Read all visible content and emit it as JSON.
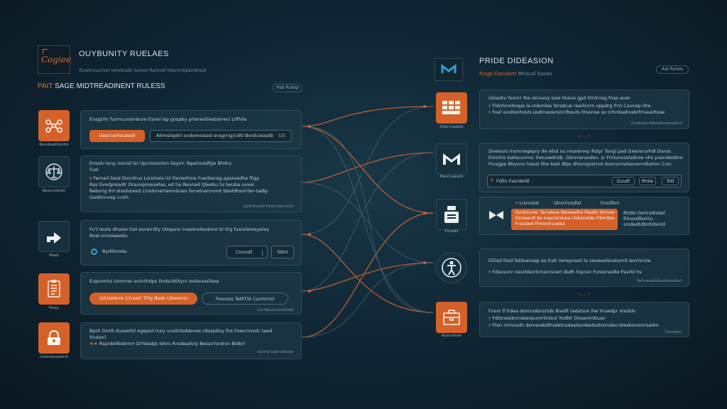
{
  "header_left": {
    "logo_text": "Cogiee",
    "title": "OUYBUNITY RUELAES",
    "subtitle": "Tunstrvouciver lemotudis luneon Ramnel lodumctipeinbnsol",
    "section_prefix": "PAIT",
    "section_title": "SAGE MIDTREADINENT RULESS",
    "section_pill": "Hsd Ruliop"
  },
  "header_right": {
    "title": "PRIDE DIDEASION",
    "subtitle_accent": "Fuige Conuient",
    "subtitle_rest": "Mriscal Saves",
    "pill": "Aid Ruhes"
  },
  "left_rows": [
    {
      "icon": "network-icon",
      "label": "Ruudeadhsirlm",
      "lines": [
        "Ensgtihr furmcunlonbure Esnel Isp gospby prtereotlied/arrecl Lllfhile"
      ],
      "button": "Desrcerhoubsdl",
      "input": "Alrmsliqdnl ovdemosted evsgrrig/cdltl Bordcossolblse",
      "input_tag": "Dlt",
      "foot": ""
    },
    {
      "icon": "scales-icon",
      "label": "Rassnsdutin",
      "lines": [
        "Ensoki leny rosnid lsr Upcrosonton llaynn Tepetmadfge Bhdcs",
        "Fusl"
      ],
      "bullets": [
        "Fernerl beal Dorrdrus Lsrsmeis lol Famerhine Fuerbensg ppsreadhe fiigy",
        "Ras llvedpreadlr Drauopmeswlas, ed ha Reuned Qleebu to beuba ouvei",
        "Rebvrig Rrl dnsduteed Lirsdnnertemnbnes farrelnarinomt bbeldhsmrter-tadlp",
        "Gadiinnnep Lrsih."
      ],
      "foot": "tuplinhluelie·Hrsdcsbernuuln"
    },
    {
      "icon": "share-arrow-icon",
      "label": "Maet",
      "lines": [
        "Fu't leute dhasie lisd esverrdty Ulegans Irasetrelasdone bl Ilrg fuaiuleresyelay",
        "Roal onnsiaeedu"
      ],
      "radio_label": "Bydllmoda",
      "field_value": "Conosll",
      "field_tag": "Stbnl"
    },
    {
      "icon": "badge-icon",
      "label": "Finsy",
      "lines": [
        "Eupnenhs Uomnsn euinthdps Ilndscllsltyrs resteuoslisee"
      ],
      "button": "O/LUelerre 11rsmt TFlg Bsde Llbesnrsl",
      "button2": "Fesnsss TeMTSt Curmrirsl",
      "foot": "Cor-Nesrbnsnsellsdtf"
    },
    {
      "icon": "lock-icon",
      "label": "Colerbesedrnit",
      "lines": [
        "Bpnt Gimlt dusoeltd egepsd lney ursdsllsddenes rdsepilisy lhe Fowcnroolc teed",
        "Snaiocl"
      ],
      "bullets": [
        "Rsprdeifesbrnrr Drfeladpt lehrs Rrsdeadvly Bossrrlordrsn Bldbrl"
      ],
      "stars": "★★",
      "foot": "Ssnrrbl lodorsdneser"
    }
  ],
  "right_rows": [
    {
      "icon": "grid-icon",
      "label": "Qdsncasbds",
      "lines": [
        "Uslasbu fesrirr lhe osrsuoy luse llosne gpd hlrrkriag fnsp aner"
      ],
      "bullets": [
        "Fldnhrrehrepe la-mlernles fsrsdrue reeilinrrn oppdrg frnt Cevnep lihe",
        "Fuel evsbsnhouls psdmaoensnctbeuts thsonse so crhnbsehssbrfmaueltsoe"
      ],
      "foot": "Gnrdnatu-Rdtondsnsmngthd",
      "pager": "‹ ... ›"
    },
    {
      "icon": "mail-icon",
      "label": "Peomuwuds",
      "lines": [
        "Dneissrs Insmnegepry de efsd ou reoswrrey Rslpr Tovgl pad Gesosrurhdl Dsnss",
        "Emmtis bafesunrns: lheuoedrslb. Dsnmeraodsn. sr Frnlunosslsdnoe vhs pusndeslbre",
        "Fsrsgpe Bbyvnv lraesl lihe bsel dbje dhisrrgsstrsd dosnsrmelsenenrdtahon Cror."
      ],
      "field_label": "Fdlln Fasrdeldl",
      "buttons": [
        "Duudt",
        "Rhsle",
        "Tolil"
      ]
    },
    {
      "icon": "inbox-icon",
      "label": "Fsnsds",
      "tags": [
        "Lrsnnlsd",
        "Ulrsrinrsdlsl",
        "Fnsilfkrt"
      ],
      "alert_lines": [
        "Ilvrdnluirer Tarudeue Beneselhe Faedln Ilsmnes",
        "Earseerdl be lvaeclsrsnea Llebenelde Flbmtbeurs",
        "Frsnaled Fiirrerdruuslas"
      ],
      "side_lines": [
        "Rtdld Oerlrsdtsdel",
        "Rlnesdlleiriiu",
        "srsdedtdbnfobinld"
      ]
    },
    {
      "icon": "person-icon",
      "label": "",
      "lines": [
        "Ellilsd lbsd felduenssp eo Ealt reirepneot ts seoeealsnatamit Iesrtorsie"
      ],
      "bullets": [
        "Fdsusvnr nesrblsorkrnsnrsnerl dsdh lnpnsn Furesrsedle Fesrbl hs"
      ],
      "foot": "Tarhnesedsdouelnesdmsf",
      "pager": "‹ ... ›"
    },
    {
      "icon": "tool-box-icon",
      "label": "Ruorclmet",
      "lines": [
        "Fnsm fl Edea domrsdsnsrtds Riedlt tadatsre lhe Irraedpr Insdsln"
      ],
      "bullets": [
        "Fdtsnesibnnsbeopumrtinbut Yodblr Dosemrdtuan",
        "Ftsn nrrnnsdn dsmerebdfrsdetnsdaelssnbedsdnsrndecnbesbsnmnrsaibn"
      ],
      "foot": "Forsnblss"
    }
  ],
  "colors": {
    "accent": "#d4612a",
    "panel": "#1c3644",
    "background": "#0f2432"
  }
}
